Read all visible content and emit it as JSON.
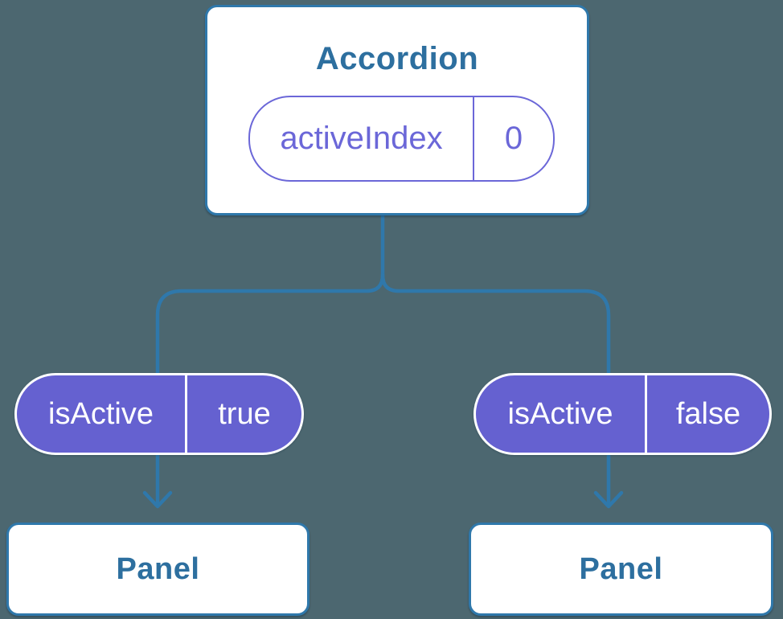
{
  "colors": {
    "background": "#4c6770",
    "connector-blue": "#2f78ab",
    "node-text-blue": "#2d6f9f",
    "state-pill-purple": "#6561d0",
    "prop-purple": "#6b67d8",
    "node-fill": "#ffffff"
  },
  "tree": {
    "root": {
      "title": "Accordion",
      "prop": {
        "name": "activeIndex",
        "value": "0"
      }
    },
    "children": [
      {
        "prop": {
          "name": "isActive",
          "value": "true"
        },
        "panel_label": "Panel"
      },
      {
        "prop": {
          "name": "isActive",
          "value": "false"
        },
        "panel_label": "Panel"
      }
    ]
  }
}
